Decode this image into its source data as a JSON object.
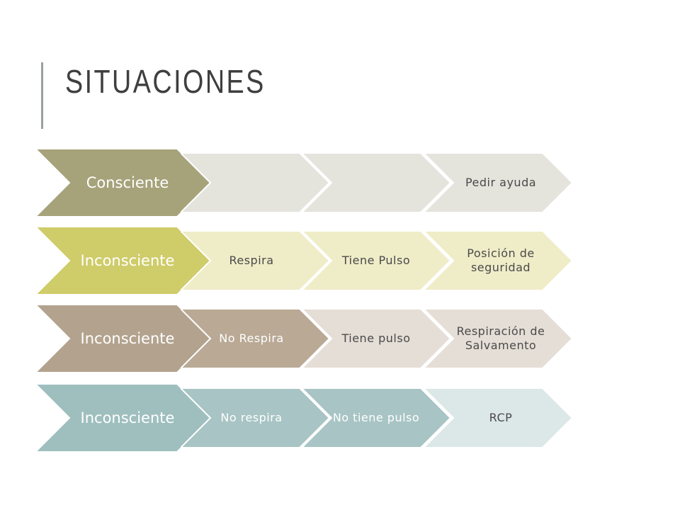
{
  "slide": {
    "title": "SITUACIONES"
  },
  "rows": [
    {
      "lead": {
        "label": "Consciente",
        "color": "#a6a27a",
        "text_color": "#ffffff"
      },
      "chevrons": [
        {
          "label": "",
          "color": "#e4e4dd",
          "text_color": "#4a4a4a"
        },
        {
          "label": "",
          "color": "#e4e4dd",
          "text_color": "#4a4a4a"
        },
        {
          "label": "Pedir ayuda",
          "color": "#e4e4dd",
          "text_color": "#4a4a4a"
        }
      ]
    },
    {
      "lead": {
        "label": "Inconsciente",
        "color": "#cfcc6a",
        "text_color": "#ffffff"
      },
      "chevrons": [
        {
          "label": "Respira",
          "color": "#efecc8",
          "text_color": "#4a4a4a"
        },
        {
          "label": "Tiene Pulso",
          "color": "#efecc8",
          "text_color": "#4a4a4a"
        },
        {
          "label": "Posición de seguridad",
          "color": "#efecc8",
          "text_color": "#4a4a4a"
        }
      ]
    },
    {
      "lead": {
        "label": "Inconsciente",
        "color": "#b3a38e",
        "text_color": "#ffffff"
      },
      "chevrons": [
        {
          "label": "No Respira",
          "color": "#b9a995",
          "text_color": "#ffffff"
        },
        {
          "label": "Tiene pulso",
          "color": "#e5ded6",
          "text_color": "#4a4a4a"
        },
        {
          "label": "Respiración de Salvamento",
          "color": "#e5ded6",
          "text_color": "#4a4a4a"
        }
      ]
    },
    {
      "lead": {
        "label": "Inconsciente",
        "color": "#9fbfbf",
        "text_color": "#ffffff"
      },
      "chevrons": [
        {
          "label": "No respira",
          "color": "#a8c4c4",
          "text_color": "#ffffff"
        },
        {
          "label": "No tiene pulso",
          "color": "#a8c4c4",
          "text_color": "#ffffff"
        },
        {
          "label": "RCP",
          "color": "#dce7e7",
          "text_color": "#4a4a4a"
        }
      ]
    }
  ]
}
